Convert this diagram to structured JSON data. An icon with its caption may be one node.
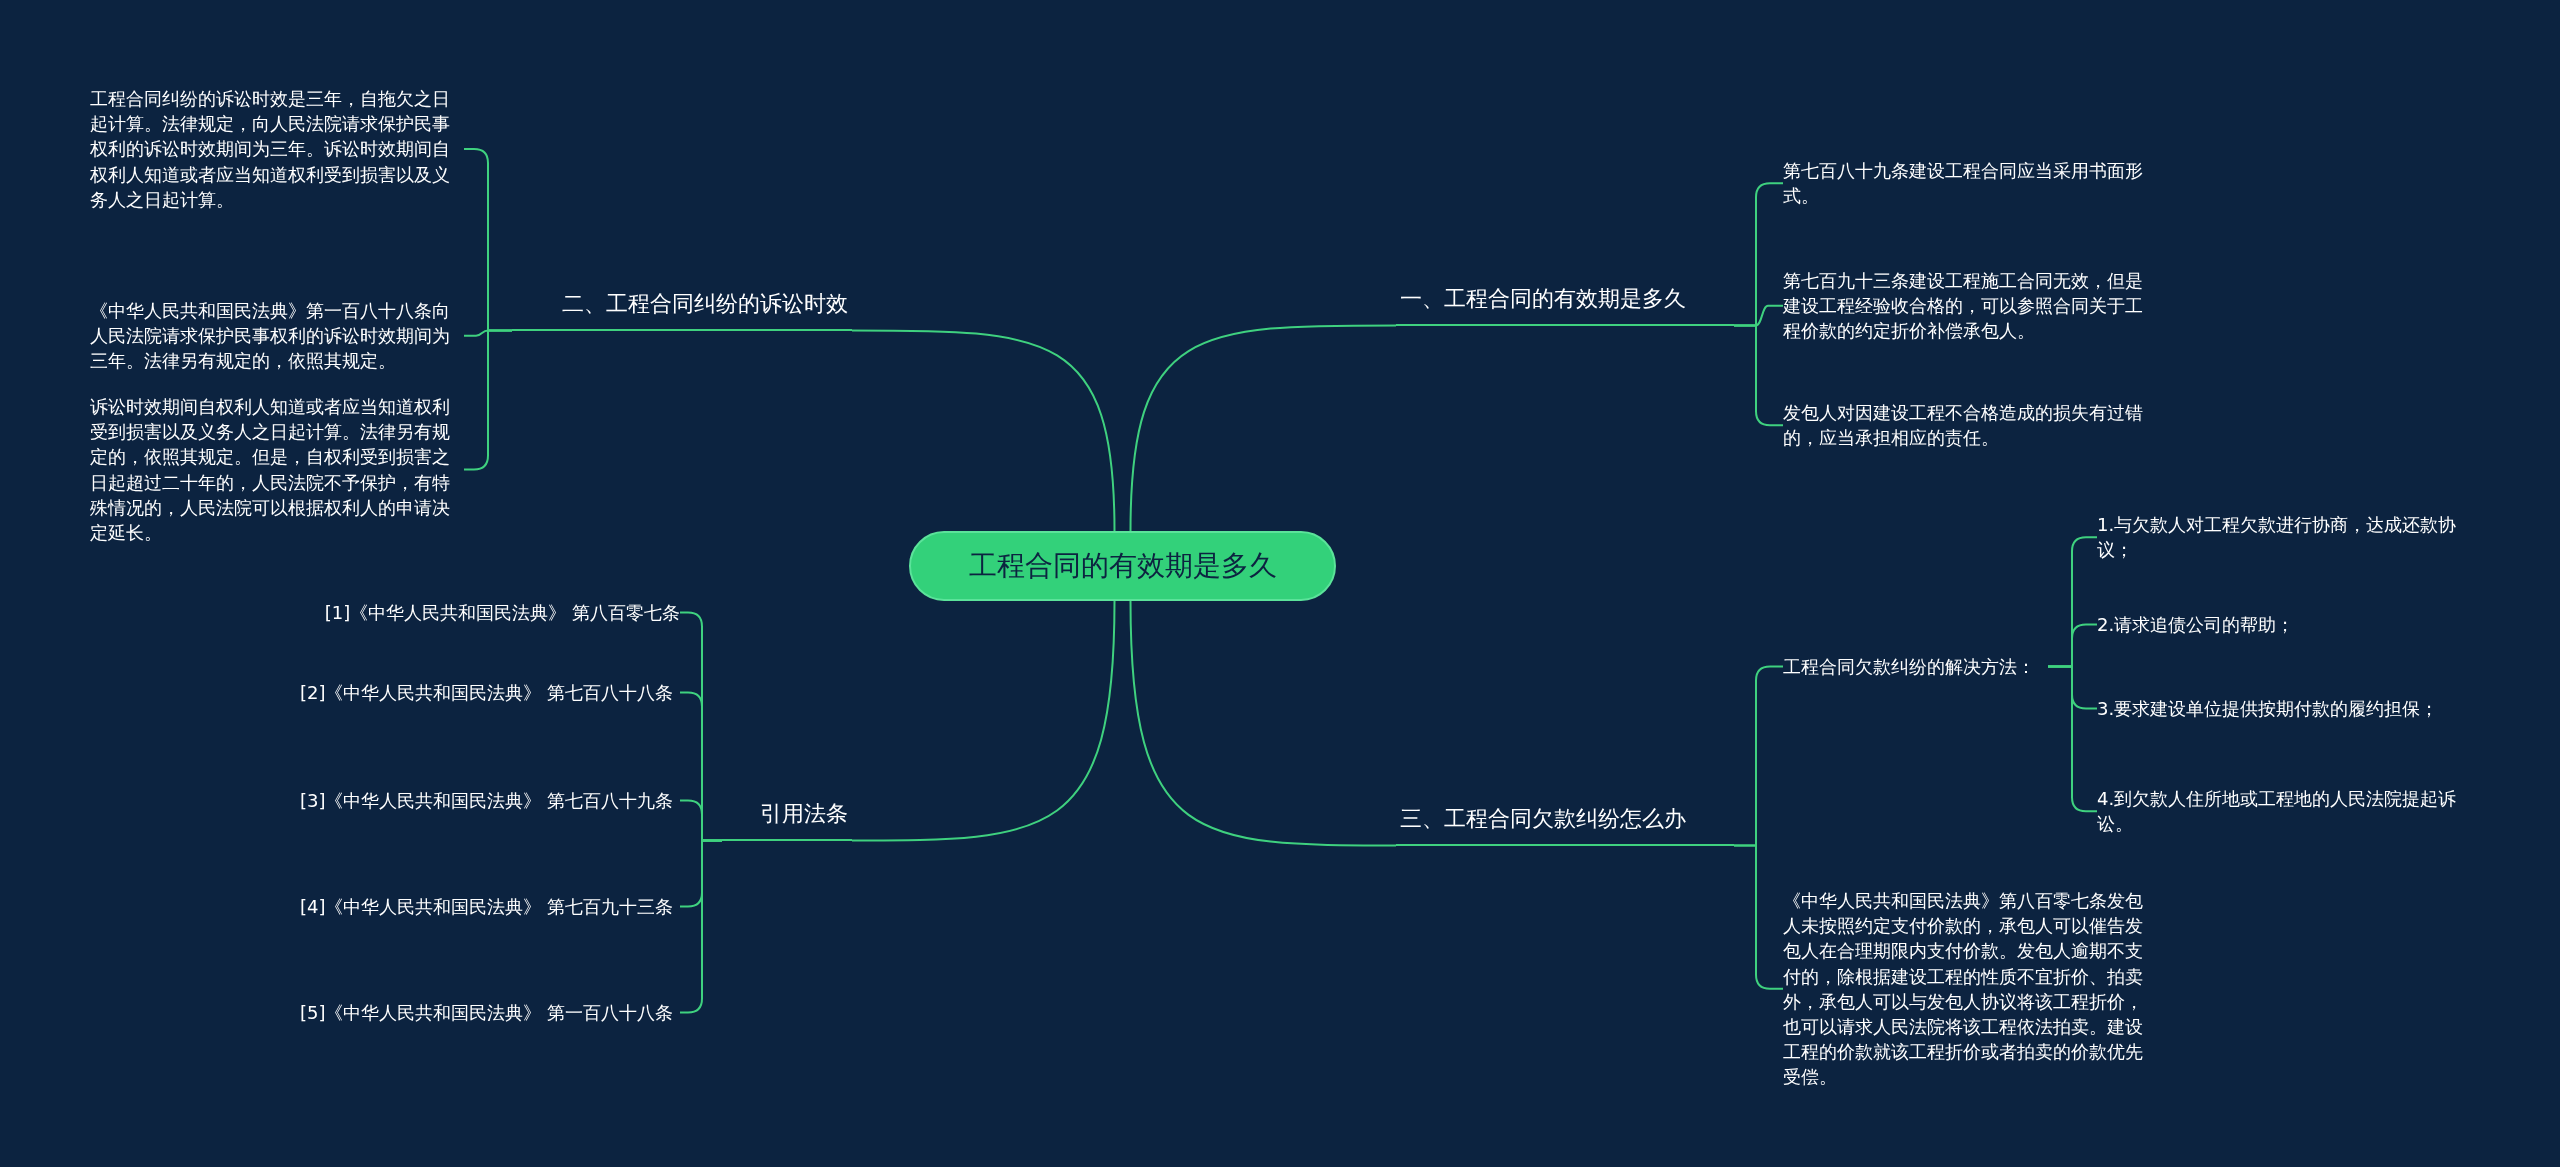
{
  "diagram": {
    "nodes": [
      {
        "text": [
          "工程合同的有效期是多久"
        ]
      },
      {
        "text": [
          "一、工程合同的有效期是多久"
        ]
      },
      {
        "text": [
          "第七百八十九条建设工程合同应当采用书面形式。"
        ]
      },
      {
        "text": [
          "第七百九十三条建设工程施工合同无效，但是建设工程经验收合格的，可以参照合同关于工程价款的约定折价补偿承包人。"
        ]
      },
      {
        "text": [
          "发包人对因建设工程不合格造成的损失有过错的，应当承担相应的责任。"
        ]
      },
      {
        "text": [
          "三、工程合同欠款纠纷怎么办"
        ]
      },
      {
        "text": [
          "工程合同欠款纠纷的解决方法："
        ]
      },
      {
        "text": [
          "1.与欠款人对工程欠款进行协商，达成还款协议；"
        ]
      },
      {
        "text": [
          "2.请求追债公司的帮助；"
        ]
      },
      {
        "text": [
          "3.要求建设单位提供按期付款的履约担保；"
        ]
      },
      {
        "text": [
          "4.到欠款人住所地或工程地的人民法院提起诉讼。"
        ]
      },
      {
        "text": [
          "《中华人民共和国民法典》第八百零七条发包人未按照约定支付价款的，承包人可以催告发包人在合理期限内支付价款。发包人逾期不支付的，除根据建设工程的性质不宜折价、拍卖外，承包人可以与发包人协议将该工程折价，也可以请求人民法院将该工程依法拍卖。建设工程的价款就该工程折价或者拍卖的价款优先受偿。"
        ]
      },
      {
        "text": [
          "二、工程合同纠纷的诉讼时效"
        ]
      },
      {
        "text": [
          "工程合同纠纷的诉讼时效是三年，自拖欠之日起计算。法律规定，向人民法院请求保护民事权利的诉讼时效期间为三年。诉讼时效期间自权利人知道或者应当知道权利受到损害以及义务人之日起计算。"
        ]
      },
      {
        "text": [
          "《中华人民共和国民法典》第一百八十八条向人民法院请求保护民事权利的诉讼时效期间为三年。法律另有规定的，依照其规定。"
        ]
      },
      {
        "text": [
          "诉讼时效期间自权利人知道或者应当知道权利受到损害以及义务人之日起计算。法律另有规定的，依照其规定。但是，自权利受到损害之日起超过二十年的，人民法院不予保护，有特殊情况的，人民法院可以根据权利人的申请决定延长。"
        ]
      },
      {
        "text": [
          "引用法条"
        ]
      },
      {
        "text": [
          "[1]《中华人民共和国民法典》 第八百零七条"
        ]
      },
      {
        "text": [
          "[2]《中华人民共和国民法典》 第七百八十八条"
        ]
      },
      {
        "text": [
          "[3]《中华人民共和国民法典》 第七百八十九条"
        ]
      },
      {
        "text": [
          "[4]《中华人民共和国民法典》 第七百九十三条"
        ]
      },
      {
        "text": [
          "[5]《中华人民共和国民法典》 第一百八十八条"
        ]
      }
    ],
    "edges": [
      {
        "from": 0,
        "to": 1,
        "arrow": "none"
      },
      {
        "from": 1,
        "to": 2,
        "arrow": "none"
      },
      {
        "from": 1,
        "to": 3,
        "arrow": "none"
      },
      {
        "from": 1,
        "to": 4,
        "arrow": "none"
      },
      {
        "from": 0,
        "to": 5,
        "arrow": "none"
      },
      {
        "from": 5,
        "to": 6,
        "arrow": "none"
      },
      {
        "from": 6,
        "to": 7,
        "arrow": "none"
      },
      {
        "from": 6,
        "to": 8,
        "arrow": "none"
      },
      {
        "from": 6,
        "to": 9,
        "arrow": "none"
      },
      {
        "from": 6,
        "to": 10,
        "arrow": "none"
      },
      {
        "from": 5,
        "to": 11,
        "arrow": "none"
      },
      {
        "from": 0,
        "to": 12,
        "arrow": "none"
      },
      {
        "from": 12,
        "to": 13,
        "arrow": "none"
      },
      {
        "from": 12,
        "to": 14,
        "arrow": "none"
      },
      {
        "from": 12,
        "to": 15,
        "arrow": "none"
      },
      {
        "from": 0,
        "to": 16,
        "arrow": "none"
      },
      {
        "from": 16,
        "to": 17,
        "arrow": "none"
      },
      {
        "from": 16,
        "to": 18,
        "arrow": "none"
      },
      {
        "from": 16,
        "to": 19,
        "arrow": "none"
      },
      {
        "from": 16,
        "to": 20,
        "arrow": "none"
      },
      {
        "from": 16,
        "to": 21,
        "arrow": "none"
      }
    ]
  }
}
